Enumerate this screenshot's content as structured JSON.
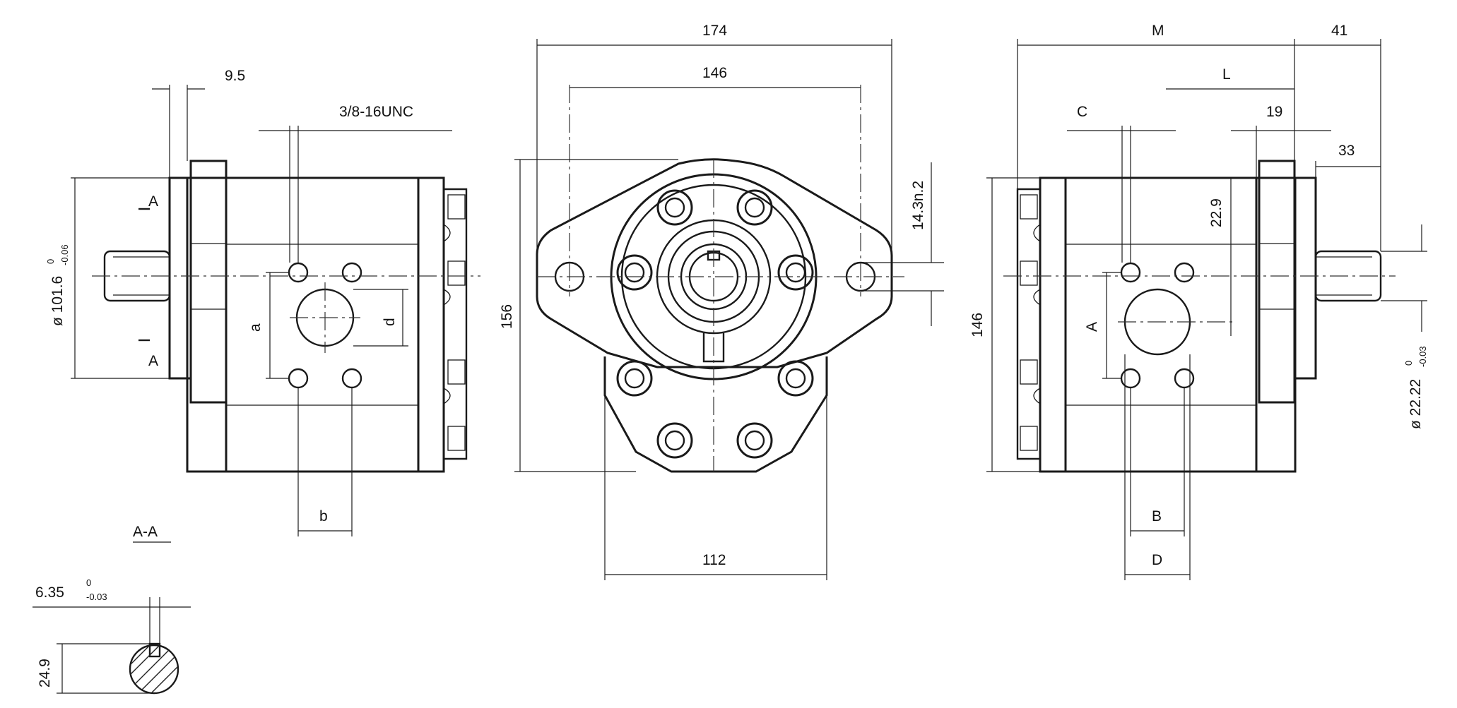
{
  "dimensions": {
    "d174": "174",
    "d146_top": "146",
    "d156": "156",
    "d112": "112",
    "d14_3": "14.3n.2",
    "d9_5": "9.5",
    "thread": "3/8-16UNC",
    "dia101": "ø 101.6",
    "dia101_tol_up": "0",
    "dia101_tol_low": "-0.06",
    "a": "a",
    "b": "b",
    "d_small": "d",
    "section_A_top": "A",
    "section_A_bottom": "A",
    "section_title": "A-A",
    "key_width": "6.35",
    "key_tol_up": "0",
    "key_tol_low": "-0.03",
    "key_height": "24.9",
    "M": "M",
    "d41": "41",
    "L": "L",
    "C": "C",
    "d19": "19",
    "d33": "33",
    "d22_9": "22.9",
    "d146_side": "146",
    "A_right": "A",
    "B": "B",
    "D": "D",
    "dia22": "ø 22.22",
    "dia22_tol_up": "0",
    "dia22_tol_low": "-0.03"
  }
}
